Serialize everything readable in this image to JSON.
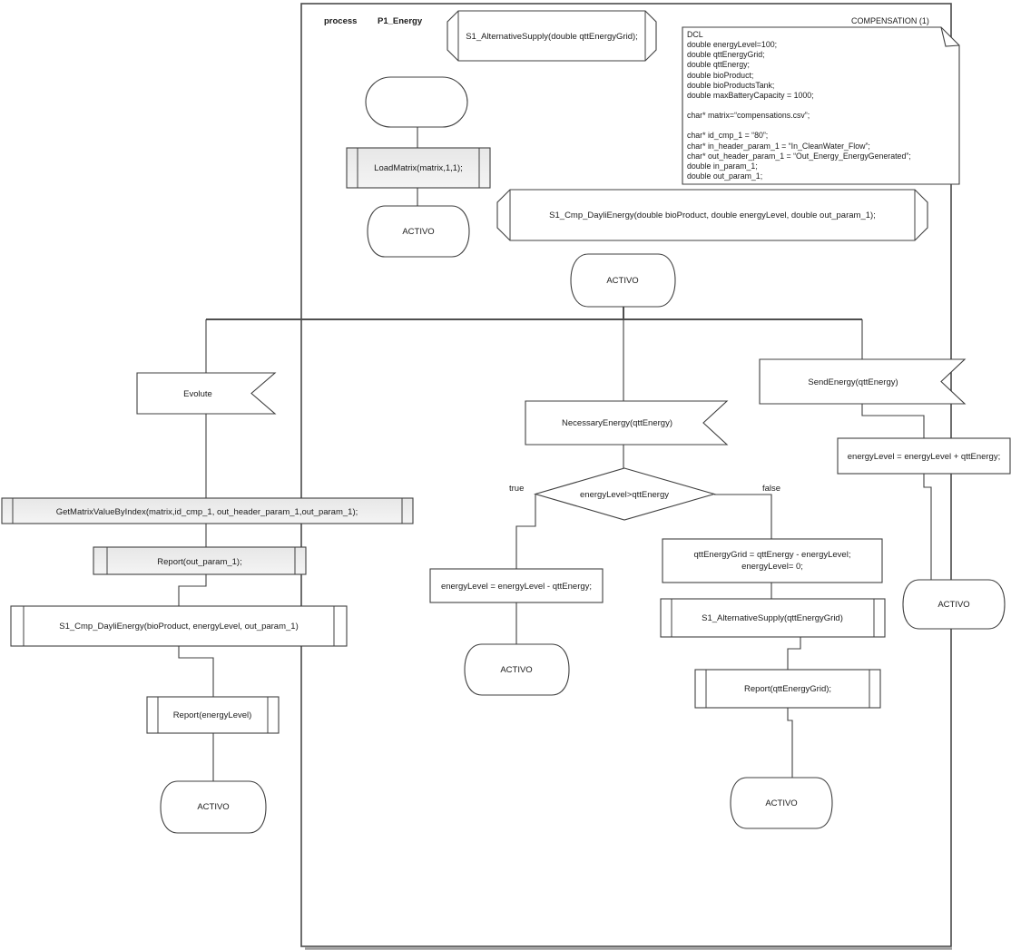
{
  "header": {
    "process_label": "process",
    "process_name": "P1_Energy",
    "diagram_title": "COMPENSATION (1)"
  },
  "signals": {
    "alt_supply_decl": "S1_AlternativeSupply(double qttEnergyGrid);",
    "cmp_dayli_decl": "S1_Cmp_DayliEnergy(double bioProduct, double energyLevel, double out_param_1);"
  },
  "dcl": {
    "lines": [
      "DCL",
      "double energyLevel=100;",
      "double qttEnergyGrid;",
      "double qttEnergy;",
      "double bioProduct;",
      "double bioProductsTank;",
      "double maxBatteryCapacity = 1000;",
      "char* matrix=“compensations.csv”;",
      "char* id_cmp_1 = “80”;",
      "char* in_header_param_1 = “In_CleanWater_Flow”;",
      "char* out_header_param_1 = “Out_Energy_EnergyGenerated”;",
      "double in_param_1;",
      "double out_param_1;"
    ]
  },
  "nodes": {
    "load_matrix": "LoadMatrix(matrix,1,1);",
    "activo": "ACTIVO",
    "evolute": "Evolute",
    "get_matrix": "GetMatrixValueByIndex(matrix,id_cmp_1, out_header_param_1,out_param_1);",
    "report_out_param": "Report(out_param_1);",
    "cmp_dayli_call": "S1_Cmp_DayliEnergy(bioProduct, energyLevel, out_param_1)",
    "report_energy_level": "Report(energyLevel)",
    "necessary_energy": "NecessaryEnergy(qttEnergy)",
    "decision": "energyLevel>qttEnergy",
    "label_true": "true",
    "label_false": "false",
    "energy_minus": "energyLevel = energyLevel - qttEnergy;",
    "qtt_grid_line1": "qttEnergyGrid = qttEnergy - energyLevel;",
    "qtt_grid_line2": "energyLevel= 0;",
    "alt_supply_call": "S1_AlternativeSupply(qttEnergyGrid)",
    "report_qtt_grid": "Report(qttEnergyGrid);",
    "send_energy": "SendEnergy(qttEnergy)",
    "energy_plus": "energyLevel = energyLevel + qttEnergy;"
  },
  "colors": {
    "line": "#404040",
    "gray_fill": "#ebebeb",
    "white_fill": "#ffffff"
  }
}
